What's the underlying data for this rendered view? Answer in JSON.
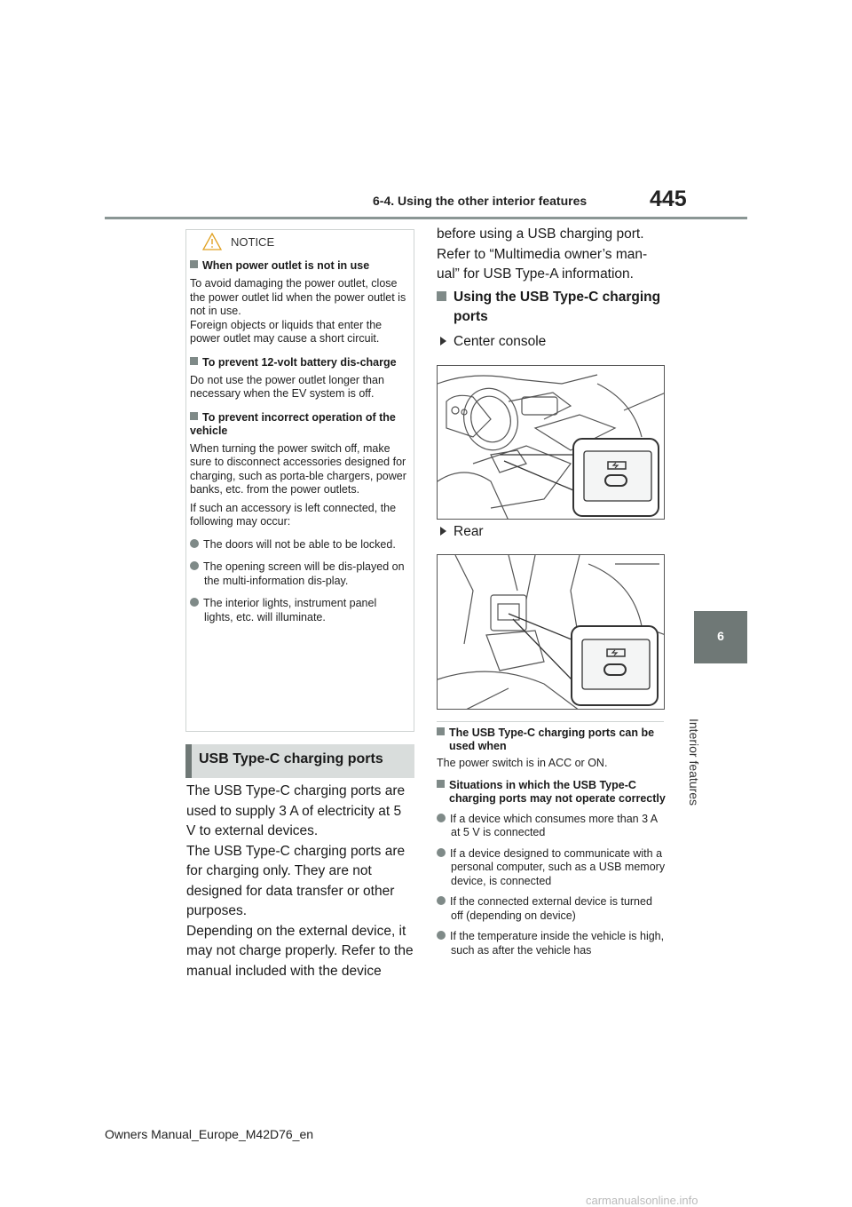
{
  "header": {
    "section_title": "6-4. Using the other interior features",
    "page_number": "445"
  },
  "side_tab": {
    "number": "6",
    "label": "Interior features"
  },
  "notice": {
    "title": "NOTICE",
    "items": [
      {
        "heading": "When power outlet is not in use",
        "paragraphs": [
          "To avoid damaging the power outlet, close the power outlet lid when the power outlet is not in use.",
          "Foreign objects or liquids that enter the power outlet may cause a short circuit."
        ]
      },
      {
        "heading": "To prevent 12-volt battery dis-charge",
        "paragraphs": [
          "Do not use the power outlet longer than necessary when the EV system is off."
        ]
      },
      {
        "heading": "To prevent incorrect operation of the vehicle",
        "paragraphs": [
          "When turning the power switch off, make sure to disconnect accessories designed for charging, such as porta-ble chargers, power banks, etc. from the power outlets.",
          "If such an accessory is left connected, the following may occur:"
        ],
        "bullets": [
          "The doors will not be able to be locked.",
          "The opening screen will be dis-played on the multi-information dis-play.",
          "The interior lights, instrument panel lights, etc. will illuminate."
        ]
      }
    ]
  },
  "section": {
    "title": "USB Type-C charging ports"
  },
  "left_body": [
    "The USB Type-C charging ports are used to supply 3 A of electricity at 5 V to external devices.",
    "The USB Type-C charging ports are for charging only. They are not designed for data transfer or other purposes.",
    "Depending on the external device, it may not charge properly. Refer to the manual included with the device"
  ],
  "right_body": {
    "continued": "before using a USB charging port. Refer to “Multimedia owner’s man-ual” for USB Type-A information.",
    "subhead": "Using the USB Type-C charging ports",
    "locations": [
      "Center console",
      "Rear"
    ],
    "notes": [
      {
        "heading": "The USB Type-C charging ports can be used when",
        "text": "The power switch is in ACC or ON."
      },
      {
        "heading": "Situations in which the USB Type-C charging ports may not operate correctly",
        "bullets": [
          "If a device which consumes more than 3 A at 5 V is connected",
          "If a device designed to communicate with a personal computer, such as a USB memory device, is connected",
          "If the connected external device is turned off (depending on device)",
          "If the temperature inside the vehicle is high, such as after the vehicle has"
        ]
      }
    ]
  },
  "footer": "Owners Manual_Europe_M42D76_en",
  "watermark": "carmanualsonline.info",
  "colors": {
    "accent_gray": "#6f7876",
    "section_bg": "#d9dddc",
    "bullet_gray": "#7f8a88"
  }
}
